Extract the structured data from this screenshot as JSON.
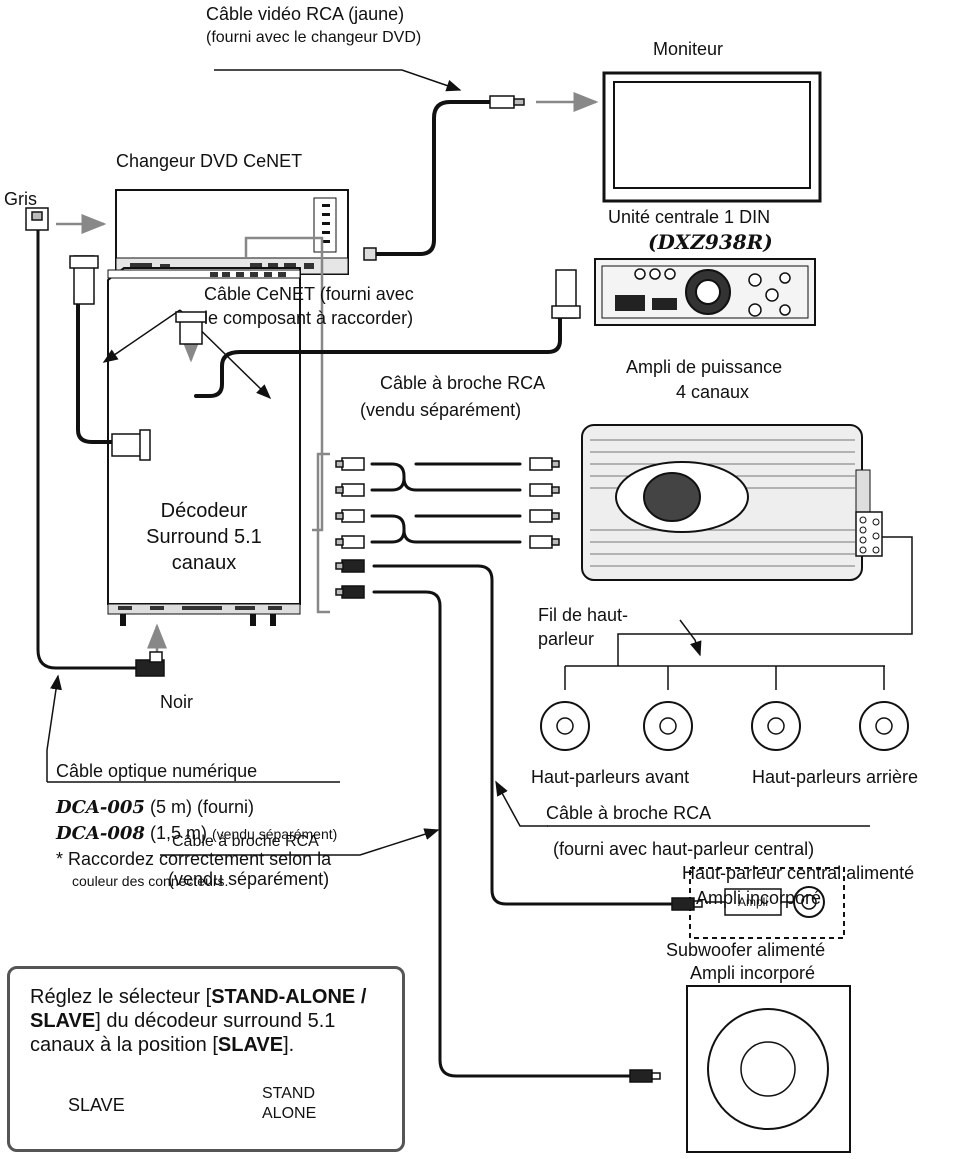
{
  "labels": {
    "video_cable_line1": "Câble vidéo RCA (jaune)",
    "video_cable_line2": "(fourni avec le changeur DVD)",
    "monitor": "Moniteur",
    "dvd_changer": "Changeur DVD CeNET",
    "gray": "Gris",
    "head_unit_line1": "Unité centrale 1 DIN",
    "head_unit_model": "(DXZ938R)",
    "cenet_cable_line1": "Câble CeNET (fourni avec",
    "cenet_cable_line2": "le composant à raccorder)",
    "rca_pin_cable_1_line1": "Câble à broche RCA",
    "rca_pin_cable_1_line2": "(vendu séparément)",
    "amp_line1": "Ampli de puissance",
    "amp_line2": "4 canaux",
    "decoder_line1": "Décodeur",
    "decoder_line2": "Surround 5.1",
    "decoder_line3": "canaux",
    "speaker_wire_line1": "Fil de haut-",
    "speaker_wire_line2": "parleur",
    "black": "Noir",
    "front_speakers": "Haut-parleurs avant",
    "rear_speakers": "Haut-parleurs arrière",
    "optical_cable": "Câble optique numérique",
    "dca005_model": "DCA-005",
    "dca005_detail": "(5 m) (fourni)",
    "dca008_model": "DCA-008",
    "dca008_detail_a": "(1,5 m)",
    "dca008_detail_b": "(vendu séparément)",
    "connector_note_line1": "*  Raccordez correctement selon la",
    "connector_note_line2": "couleur des connecteurs.",
    "rca_pin_cable_2_line1": "Câble à broche RCA",
    "rca_pin_cable_2_line2": "(fourni avec haut-parleur central)",
    "rca_pin_cable_3_line1": "Câble à broche RCA",
    "rca_pin_cable_3_line2": "(vendu séparément)",
    "center_speaker_line1": "Haut-parleur central alimenté",
    "center_speaker_line2": "Ampli incorporé",
    "ampli_box": "Ampli",
    "subwoofer_line1": "Subwoofer alimenté",
    "subwoofer_line2": "Ampli incorporé"
  },
  "note": {
    "part1": "Réglez le sélecteur [",
    "bold1": "STAND-ALONE / SLAVE",
    "part2": "] du décodeur surround 5.1 canaux à la position [",
    "bold2": "SLAVE",
    "part3": "].",
    "slave": "SLAVE",
    "stand_line1": "STAND",
    "stand_line2": "ALONE"
  }
}
